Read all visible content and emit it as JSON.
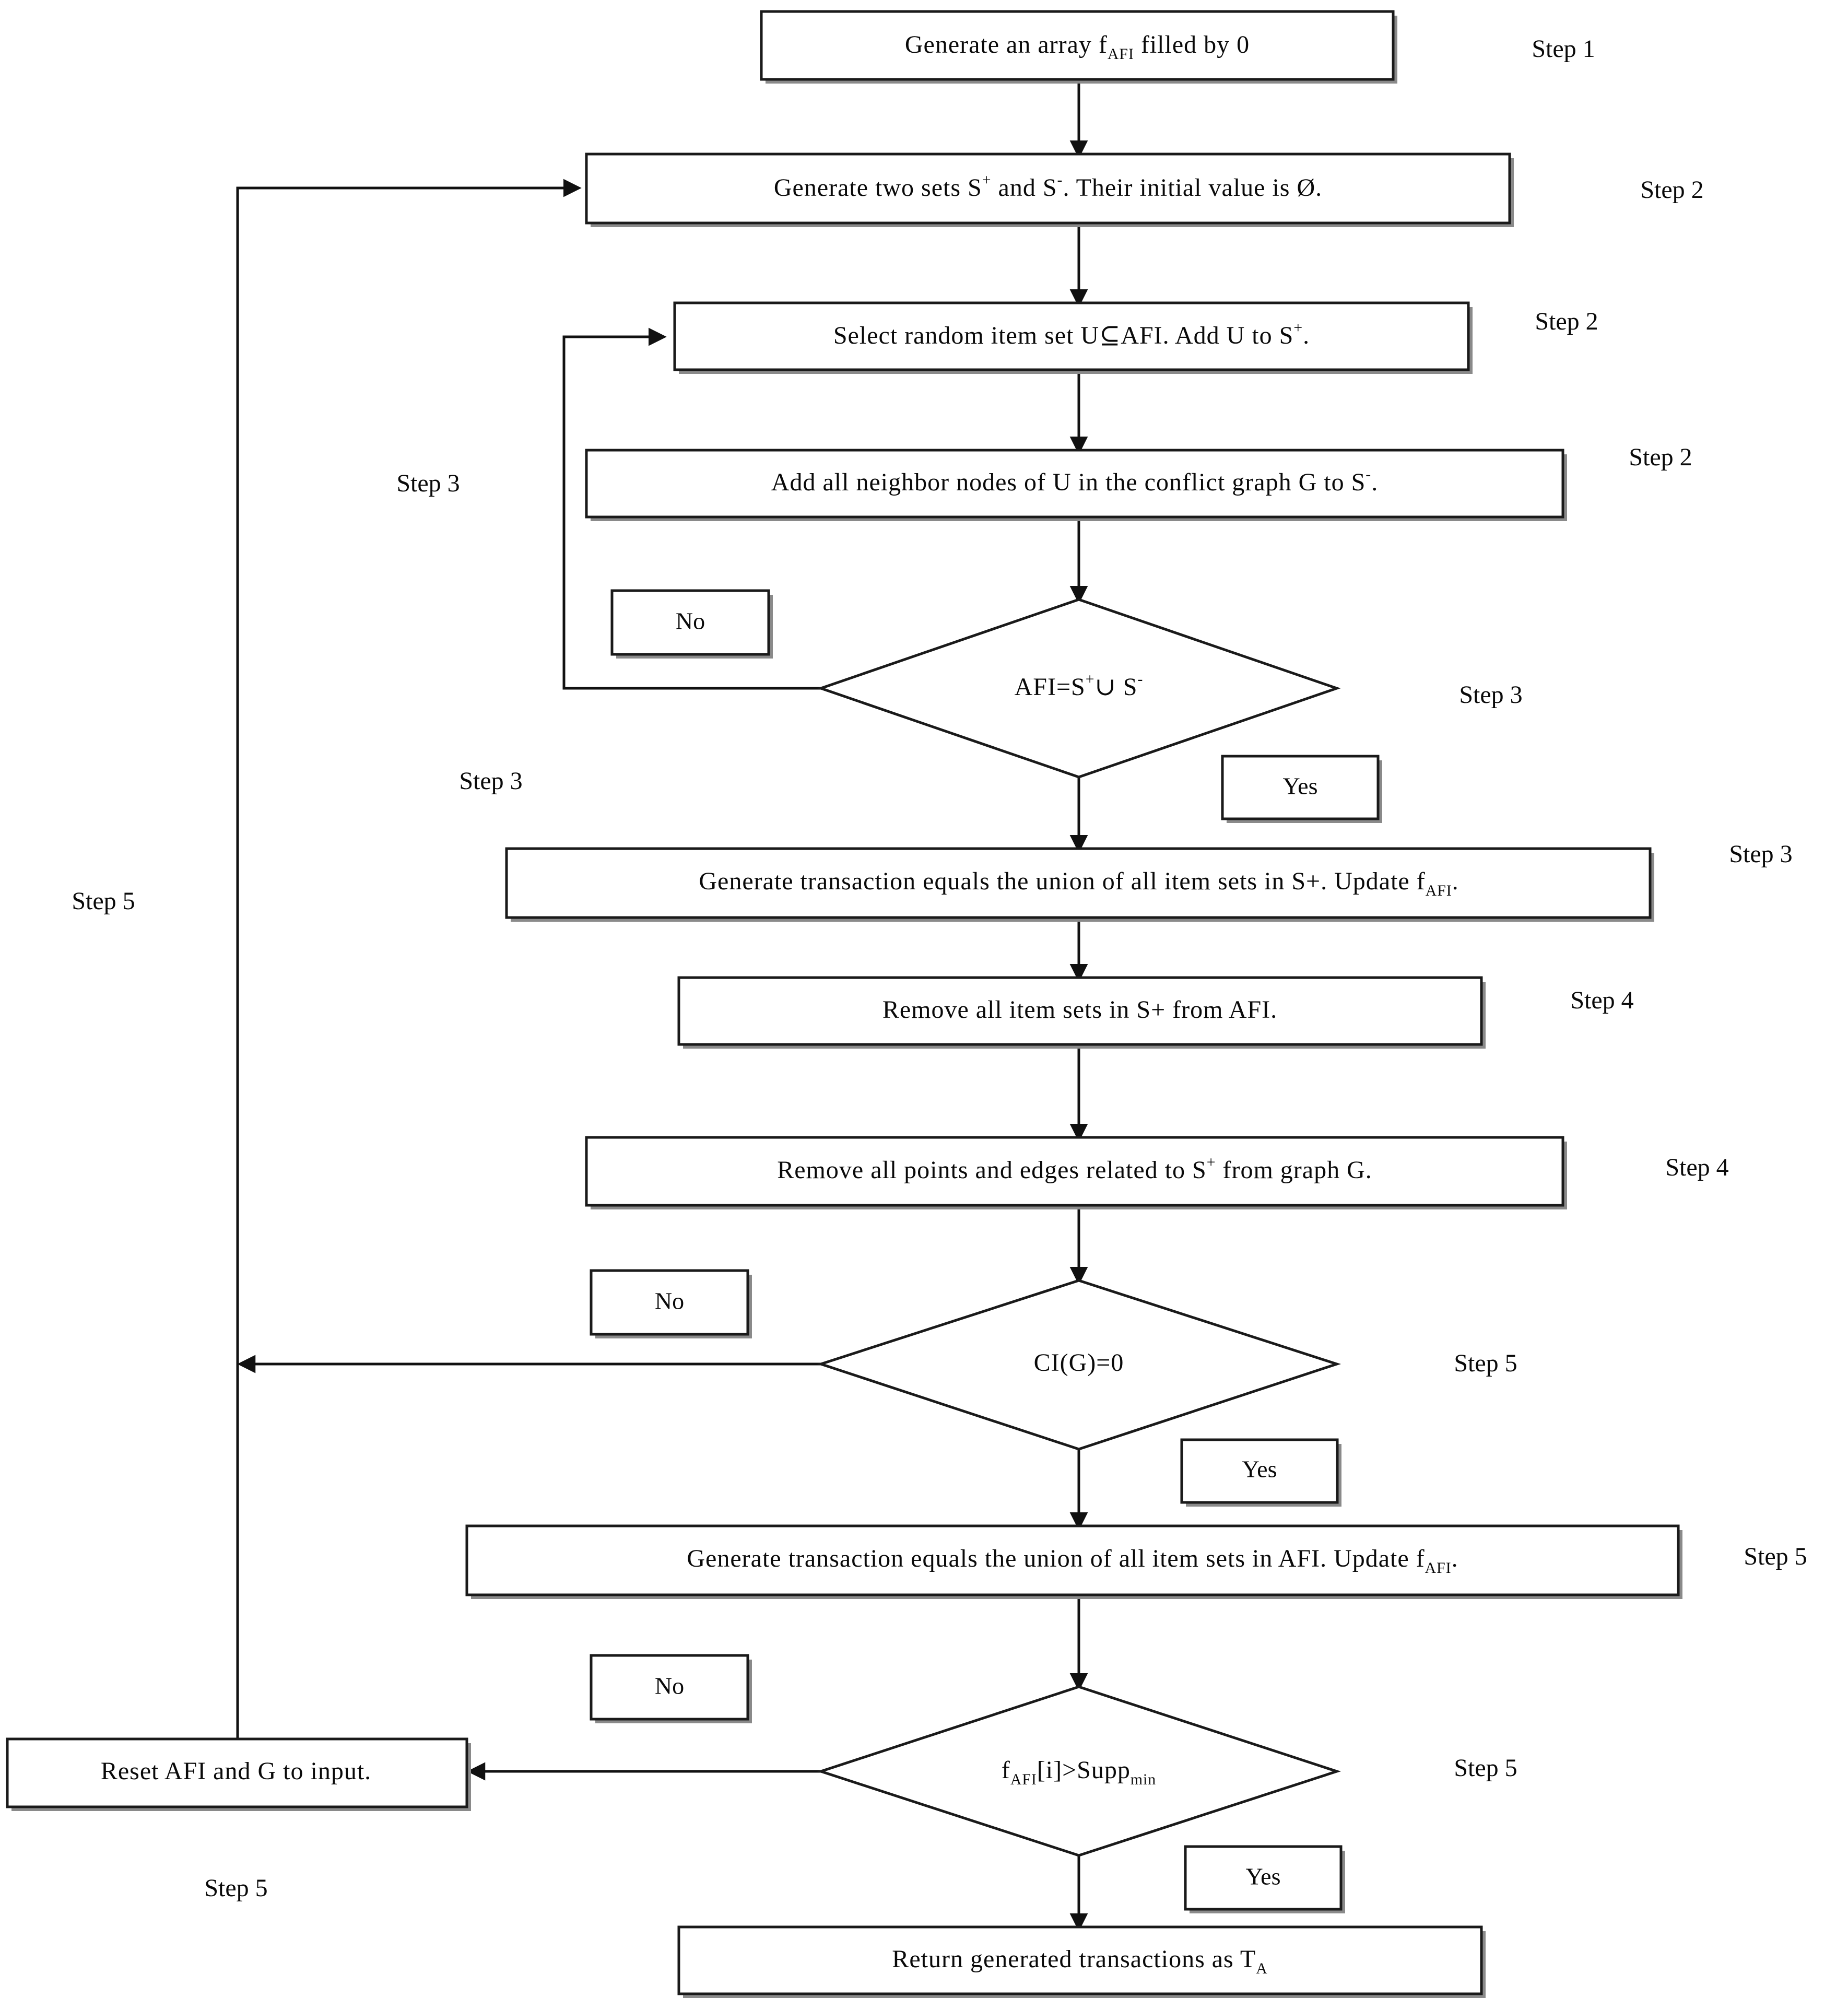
{
  "diagram": {
    "type": "flowchart",
    "title": "",
    "background": "#ffffff",
    "stroke_color": "#111111",
    "fill_color": "#ffffff",
    "shadow_color": "#8a8a8a"
  },
  "nodes": {
    "n1": {
      "id": "n1",
      "shape": "process",
      "text": "Generate an array f",
      "sub": "AFI",
      "text_after": " filled by 0"
    },
    "n2": {
      "id": "n2",
      "shape": "process",
      "text_a": "Generate two sets S",
      "sup_a": "+",
      "text_b": " and S",
      "sup_b": "-",
      "text_c": ". Their initial value is Ø."
    },
    "n3": {
      "id": "n3",
      "shape": "process",
      "text_a": "Select random item set U⊆AFI. Add U to S",
      "sup_a": "+",
      "text_b": "."
    },
    "n4": {
      "id": "n4",
      "shape": "process",
      "text_a": "Add all neighbor nodes of U in the conflict graph G to S",
      "sup_a": "-",
      "text_b": "."
    },
    "d1": {
      "id": "d1",
      "shape": "decision",
      "text_a": "AFI=S",
      "sup_a": "+",
      "text_b": "∪ S",
      "sup_b": "-"
    },
    "n5": {
      "id": "n5",
      "shape": "process",
      "text_a": "Generate transaction equals the union of all item sets in S+. Update f",
      "sub_a": "AFI",
      "text_b": "."
    },
    "n6": {
      "id": "n6",
      "shape": "process",
      "text_a": "Remove all item sets in S+ from  AFI."
    },
    "n7": {
      "id": "n7",
      "shape": "process",
      "text_a": "Remove all points and edges related to S",
      "sup_a": "+",
      "text_b": " from  graph G."
    },
    "d2": {
      "id": "d2",
      "shape": "decision",
      "text_a": "CI(G)=0"
    },
    "n8": {
      "id": "n8",
      "shape": "process",
      "text_a": "Generate transaction equals the union of all item sets in AFI. Update f",
      "sub_a": "AFI",
      "text_b": "."
    },
    "d3": {
      "id": "d3",
      "shape": "decision",
      "text_a": "f",
      "sub_a": "AFI",
      "text_b": "[i]>Supp",
      "sub_b": "min"
    },
    "n9": {
      "id": "n9",
      "shape": "process",
      "text_a": "Reset AFI and G  to input."
    },
    "n10": {
      "id": "n10",
      "shape": "terminator",
      "text_a": "Return generated transactions as T",
      "sub_a": "A"
    }
  },
  "branch_labels": {
    "no_1": "No",
    "yes_1": "Yes",
    "no_2": "No",
    "yes_2": "Yes",
    "no_3": "No",
    "yes_3": "Yes"
  },
  "step_labels": {
    "s1": "Step 1",
    "s2_a": "Step 2",
    "s2_b": "Step 2",
    "s2_c": "Step 2",
    "s3_left_a": "Step 3",
    "s3_right": "Step 3",
    "s3_left_b": "Step 3",
    "s3_far_right": "Step 3",
    "s4_a": "Step 4",
    "s4_b": "Step 4",
    "s5_left": "Step 5",
    "s5_mid": "Step 5",
    "s5_right": "Step 5",
    "s5_bottom_right": "Step 5",
    "s5_bottom_left": "Step 5"
  }
}
